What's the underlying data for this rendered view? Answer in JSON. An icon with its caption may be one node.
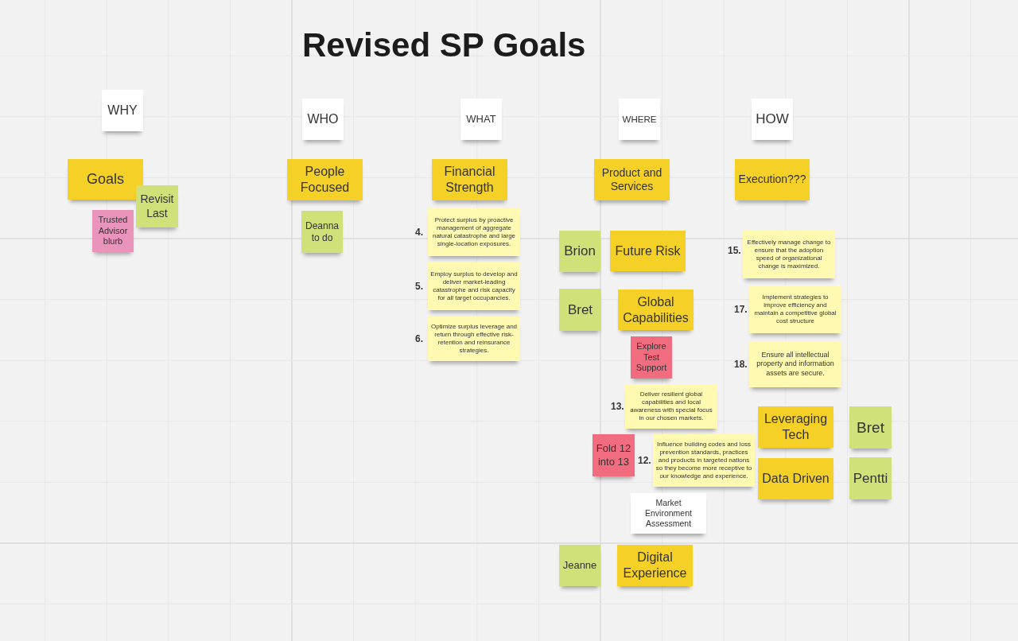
{
  "diagram": {
    "title": "Revised SP Goals",
    "nodes": [
      {
        "text": [
          "WHY"
        ]
      },
      {
        "text": [
          "WHO"
        ]
      },
      {
        "text": [
          "WHAT"
        ]
      },
      {
        "text": [
          "WHERE"
        ]
      },
      {
        "text": [
          "HOW"
        ]
      },
      {
        "text": [
          "Goals"
        ]
      },
      {
        "text": [
          "Revisit Last"
        ]
      },
      {
        "text": [
          "Trusted Advisor blurb"
        ]
      },
      {
        "text": [
          "People Focused"
        ]
      },
      {
        "text": [
          "Deanna to do"
        ]
      },
      {
        "text": [
          "Financial Strength"
        ]
      },
      {
        "text": [
          "Protect surplus by proactive management of aggregate natural catastrophe and large single-location exposures."
        ],
        "beside": [
          "4."
        ]
      },
      {
        "text": [
          "Employ surplus to develop and deliver market-leading catastrophe and risk capacity for all target occupancies."
        ],
        "beside": [
          "5."
        ]
      },
      {
        "text": [
          "Optimize surplus leverage and return through effective risk-retention and reinsurance strategies."
        ],
        "beside": [
          "6."
        ]
      },
      {
        "text": [
          "Product and Services"
        ]
      },
      {
        "text": [
          "Brion"
        ]
      },
      {
        "text": [
          "Future Risk"
        ]
      },
      {
        "text": [
          "Bret"
        ]
      },
      {
        "text": [
          "Global Capabilities"
        ]
      },
      {
        "text": [
          "Explore Test Support"
        ]
      },
      {
        "text": [
          "Deliver resilient global capabilities and local awareness with special focus in our chosen markets."
        ],
        "beside": [
          "13."
        ]
      },
      {
        "text": [
          "Fold 12 into 13"
        ]
      },
      {
        "text": [
          "Influence building codes and loss prevention standards, practices and products in targeted nations so they become more receptive to our knowledge and experience."
        ],
        "beside": [
          "12."
        ]
      },
      {
        "text": [
          "Market Environment Assessment"
        ]
      },
      {
        "text": [
          "Jeanne"
        ]
      },
      {
        "text": [
          "Digital Experience"
        ]
      },
      {
        "text": [
          "Execution???"
        ]
      },
      {
        "text": [
          "Effectively manage change to ensure that the adoption speed of organizational change is maximized."
        ],
        "beside": [
          "15."
        ]
      },
      {
        "text": [
          "Implement strategies to improve efficiency and maintain a competitive global cost structure"
        ],
        "beside": [
          "17."
        ]
      },
      {
        "text": [
          "Ensure all intellectual property and information assets are secure."
        ],
        "beside": [
          "18."
        ]
      },
      {
        "text": [
          "Leveraging Tech"
        ]
      },
      {
        "text": [
          "Bret"
        ]
      },
      {
        "text": [
          "Data Driven"
        ]
      },
      {
        "text": [
          "Pentti"
        ]
      }
    ]
  }
}
